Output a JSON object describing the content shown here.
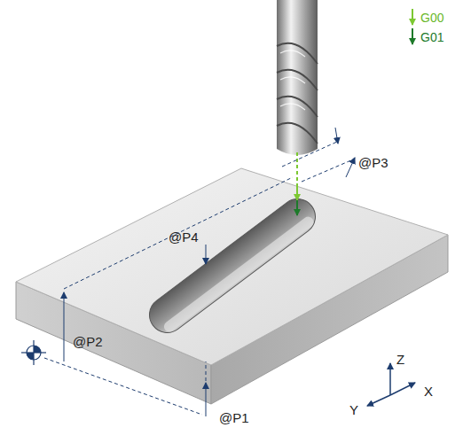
{
  "diagram": {
    "labels": [
      "@P3",
      "@P4",
      "@P2",
      "@P1",
      "Z",
      "Y",
      "X"
    ],
    "legend": [
      {
        "text": "G00"
      },
      {
        "text": "G01"
      }
    ]
  }
}
